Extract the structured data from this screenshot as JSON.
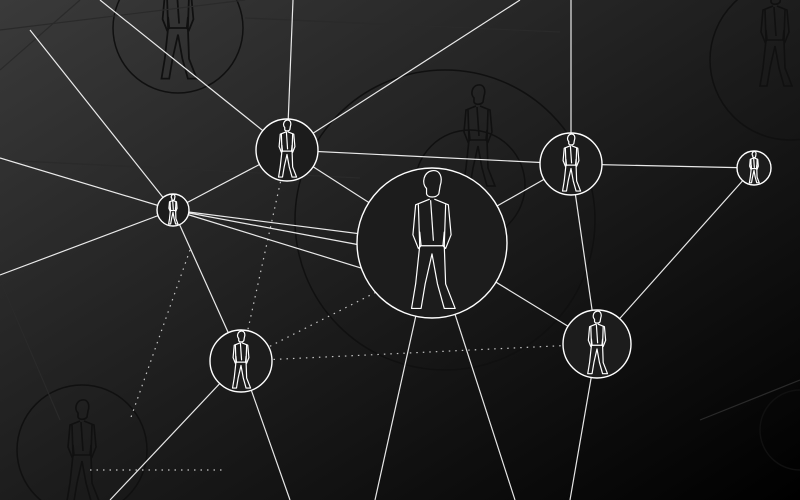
{
  "colors": {
    "background_start": "#3a3a3a",
    "background_end": "#000000",
    "line": "#ffffff",
    "line_faint": "#2a2a2a",
    "node_fill": "#1c1c1c",
    "node_stroke": "#ffffff",
    "figure_stroke": "#ffffff",
    "ghost_stroke": "#101010"
  },
  "nodes": [
    {
      "id": "hub",
      "kind": "large-person-node"
    },
    {
      "id": "top",
      "kind": "person-node"
    },
    {
      "id": "left",
      "kind": "person-node"
    },
    {
      "id": "bottom-left",
      "kind": "person-node"
    },
    {
      "id": "right-top",
      "kind": "person-node"
    },
    {
      "id": "right-bottom",
      "kind": "person-node"
    },
    {
      "id": "far-right",
      "kind": "person-node"
    }
  ]
}
